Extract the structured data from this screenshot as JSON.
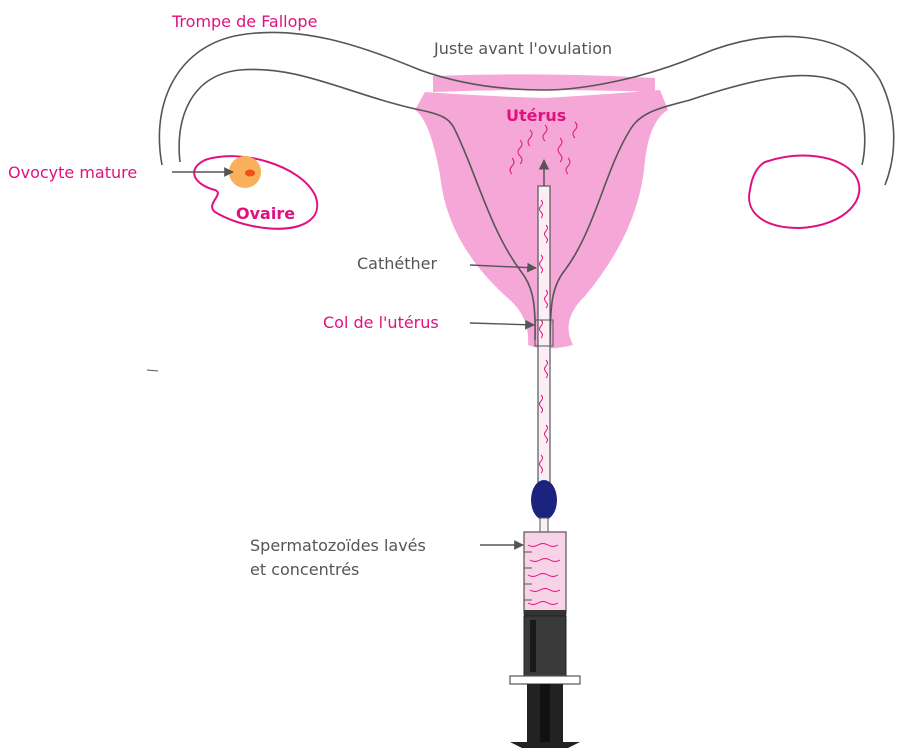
{
  "title": "Juste avant l'ovulation",
  "labels": {
    "fallopian_tube": "Trompe de Fallope",
    "mature_oocyte": "Ovocyte mature",
    "ovary": "Ovaire",
    "uterus": "Utérus",
    "catheter": "Cathéther",
    "cervix": "Col de l'utérus",
    "sperm_line1": "Spermatozoïdes lavés",
    "sperm_line2": "et concentrés"
  },
  "colors": {
    "pink_label": "#e0117f",
    "gray_label": "#555555",
    "uterus_fill": "#f5a8d7",
    "outline": "#555555",
    "ovary_outline": "#e0117f",
    "oocyte": "#f8b05a",
    "oocyte_nucleus": "#ef4f1a",
    "catheter_hub": "#1a237e",
    "syringe_barrel": "#222222"
  },
  "icons": {
    "arrow": "arrow-icon",
    "sperm": "sperm-icon",
    "syringe": "syringe-icon"
  }
}
